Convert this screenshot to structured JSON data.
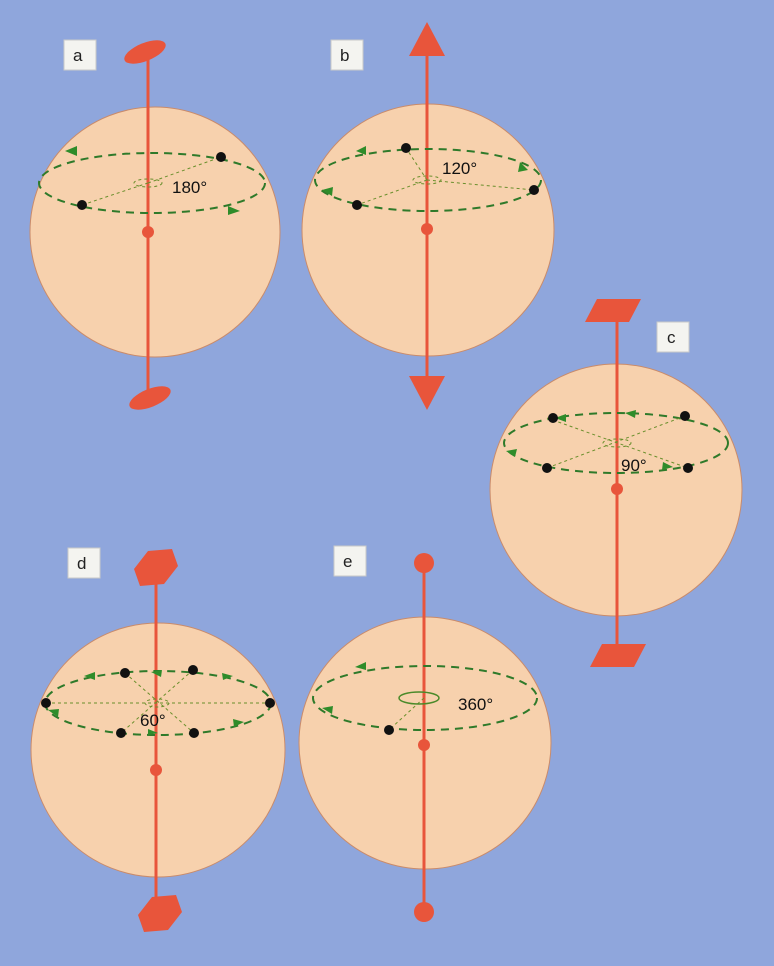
{
  "panels": {
    "a": {
      "label": "a",
      "angle": "180°",
      "fold": 2,
      "symbol": "ellipse-icon"
    },
    "b": {
      "label": "b",
      "angle": "120°",
      "fold": 3,
      "symbol": "triangle-icon"
    },
    "c": {
      "label": "c",
      "angle": "90°",
      "fold": 4,
      "symbol": "square-icon"
    },
    "d": {
      "label": "d",
      "angle": "60°",
      "fold": 6,
      "symbol": "hexagon-icon"
    },
    "e": {
      "label": "e",
      "angle": "360°",
      "fold": 1,
      "symbol": "circle-icon"
    }
  },
  "colors": {
    "background": "#8fa6dc",
    "sphere": "#f7d1ad",
    "axis": "#e8553b",
    "orbit": "#2f7a2a"
  }
}
